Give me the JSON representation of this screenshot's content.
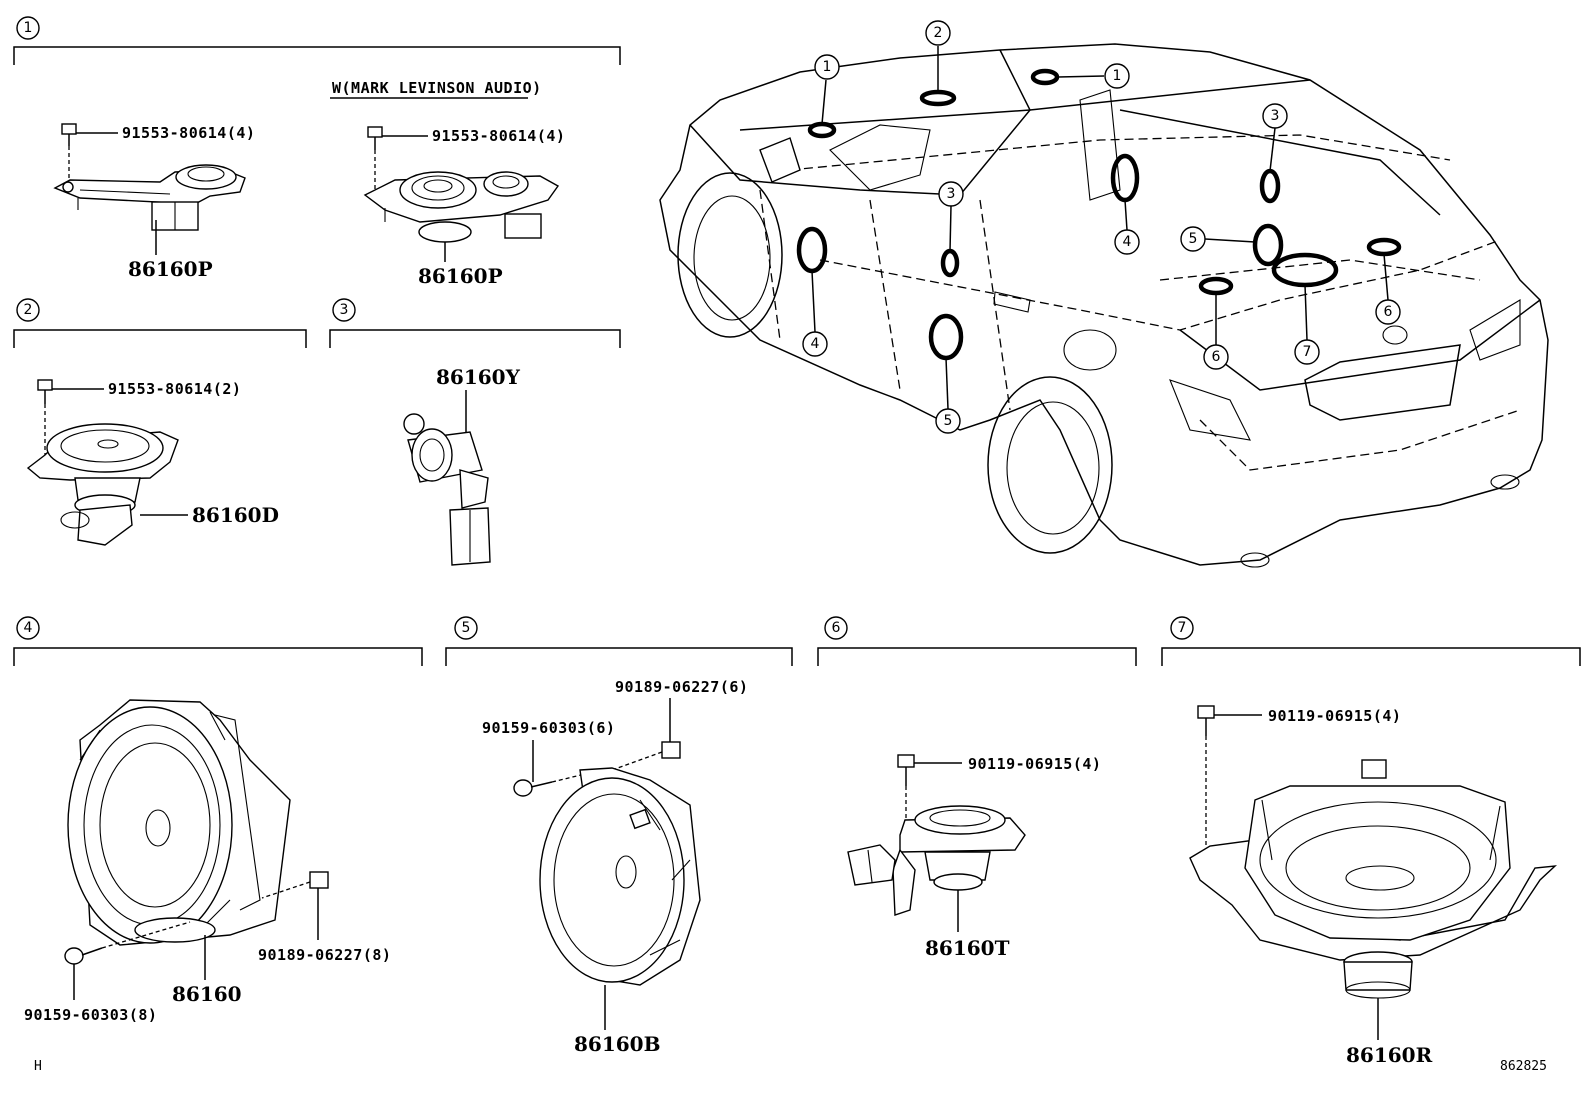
{
  "sections": {
    "s1": {
      "number": "1",
      "note": "W(MARK LEVINSON AUDIO)",
      "bolt_a": "91553-80614(4)",
      "bolt_b": "91553-80614(4)",
      "part_a": "86160P",
      "part_b": "86160P"
    },
    "s2": {
      "number": "2",
      "bolt": "91553-80614(2)",
      "part": "86160D"
    },
    "s3": {
      "number": "3",
      "part": "86160Y"
    },
    "s4": {
      "number": "4",
      "screw": "90159-60303(8)",
      "nut": "90189-06227(8)",
      "part": "86160"
    },
    "s5": {
      "number": "5",
      "screw": "90159-60303(6)",
      "nut": "90189-06227(6)",
      "part": "86160B"
    },
    "s6": {
      "number": "6",
      "bolt": "90119-06915(4)",
      "part": "86160T"
    },
    "s7": {
      "number": "7",
      "bolt": "90119-06915(4)",
      "part": "86160R"
    }
  },
  "car_callouts": [
    "1",
    "2",
    "1",
    "3",
    "3",
    "4",
    "4",
    "5",
    "5",
    "6",
    "6",
    "7"
  ],
  "footer": {
    "left_code": "H",
    "right_code": "862825"
  }
}
